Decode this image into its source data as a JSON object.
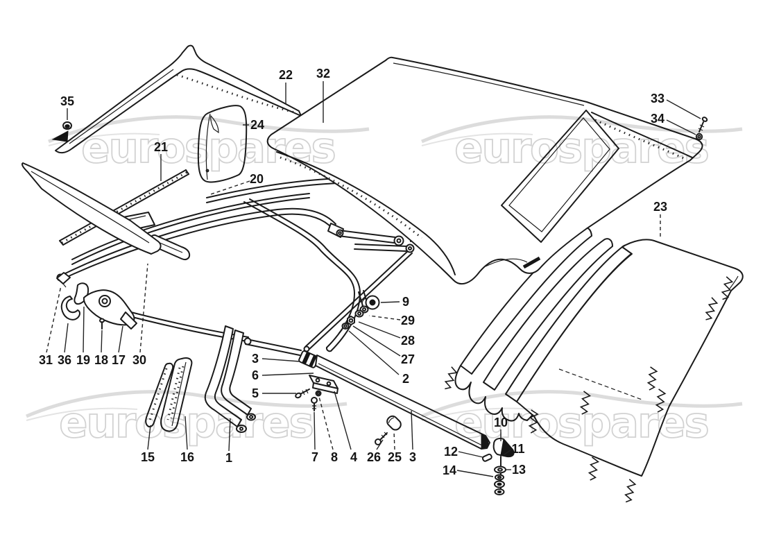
{
  "watermark": {
    "text": "eurospares",
    "stroke_color": "#d2d2d2"
  },
  "ink_color": "#1a1a1a",
  "callouts": [
    "35",
    "22",
    "32",
    "24",
    "21",
    "20",
    "33",
    "34",
    "23",
    "9",
    "29",
    "28",
    "27",
    "2",
    "31",
    "36",
    "19",
    "18",
    "17",
    "30",
    "3",
    "6",
    "5",
    "15",
    "16",
    "1",
    "7",
    "8",
    "4",
    "26",
    "25",
    "3",
    "10",
    "12",
    "11",
    "14",
    "13"
  ]
}
